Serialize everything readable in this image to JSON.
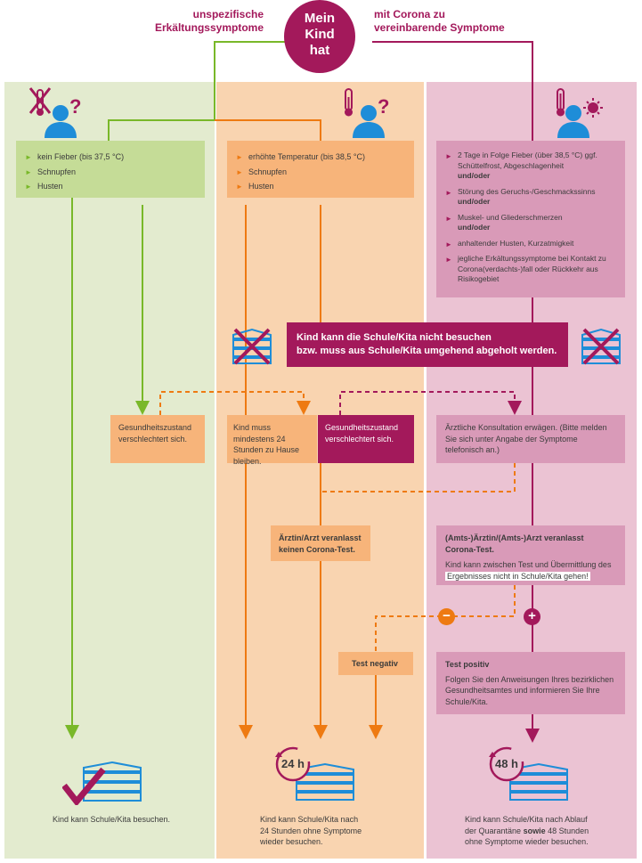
{
  "header": {
    "center": [
      "Mein",
      "Kind",
      "hat"
    ],
    "left": [
      "unspezifische",
      "Erkältungssymptome"
    ],
    "right": [
      "mit Corona zu",
      "vereinbarende Symptome"
    ]
  },
  "colors": {
    "magenta": "#a3195b",
    "green": "#79b829",
    "orange": "#ee7a12",
    "blue": "#1e8dd8",
    "green_col": "#e3ebcf",
    "orange_col": "#f9d4b0",
    "pink_col": "#ebc3d3"
  },
  "icons": {
    "green_person": "person-no-thermometer-question-icon",
    "orange_person": "person-thermometer-question-icon",
    "pink_person": "person-thermometer-virus-icon",
    "school_crossed": "school-crossed-icon",
    "school_check": "school-checkmark-icon"
  },
  "green_col": {
    "symptoms": [
      "kein Fieber (bis 37,5 °C)",
      "Schnupfen",
      "Husten"
    ],
    "worse": "Gesundheitszustand verschlechtert sich.",
    "result": "Kind kann Schule/Kita besuchen."
  },
  "orange_col": {
    "symptoms": [
      "erhöhte Temperatur (bis 38,5 °C)",
      "Schnupfen",
      "Husten"
    ],
    "stay_home": "Kind muss mindestens 24 Stunden zu Hause bleiben.",
    "no_test": "Ärztin/Arzt veranlasst keinen Corona-Test.",
    "test_negative": "Test negativ",
    "badge": "24 h",
    "result": "Kind kann Schule/Kita nach 24 Stunden ohne Symptome wieder besuchen."
  },
  "pink_col": {
    "symptoms": [
      {
        "text": "2 Tage in Folge Fieber (über 38,5 °C) ggf. Schüttelfrost, Abgeschlagenheit",
        "conj": "und/oder"
      },
      {
        "text": "Störung des Geruchs-/Geschmackssinns",
        "conj": "und/oder"
      },
      {
        "text": "Muskel- und Gliederschmerzen",
        "conj": "und/oder"
      },
      {
        "text": "anhaltender Husten, Kurzatmigkeit",
        "conj": ""
      },
      {
        "text": "jegliche Erkältungssymptome bei Kontakt zu Corona(verdachts-)fall oder Rückkehr aus Risikogebiet",
        "conj": ""
      }
    ],
    "worse": "Gesundheitszustand verschlechtert sich.",
    "consult": "Ärztliche Konsultation erwägen. (Bitte melden Sie sich unter Angabe der Symptome telefonisch an.)",
    "test_title": "(Amts-)Ärztin/(Amts-)Arzt veranlasst Corona-Test.",
    "test_note_1": "Kind kann zwischen Test und Übermittlung des",
    "test_note_2": "Ergebnisses nicht in Schule/Kita gehen!",
    "minus": "−",
    "plus": "+",
    "positive_title": "Test positiv",
    "positive_text": "Folgen Sie den Anweisungen Ihres bezirklichen Gesundheitsamtes und informieren Sie Ihre Schule/Kita.",
    "badge": "48 h",
    "result_1": "Kind kann Schule/Kita nach Ablauf der Quarantäne",
    "result_bold": "sowie",
    "result_2": "48 Stunden ohne Symptome wieder besuchen."
  },
  "banner": {
    "line1": "Kind kann die Schule/Kita nicht besuchen",
    "line2": "bzw. muss aus Schule/Kita umgehend abgeholt werden."
  }
}
